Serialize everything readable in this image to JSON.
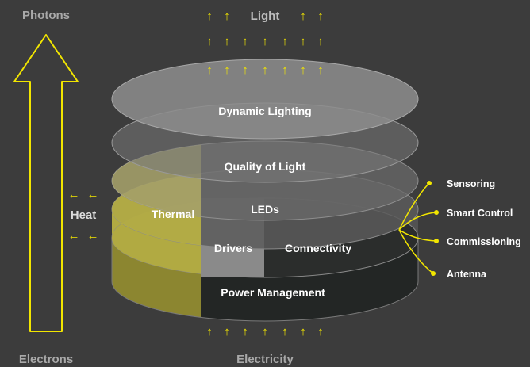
{
  "colors": {
    "background": "#3c3c3c",
    "accent": "#f2e600",
    "thermal_fill": "#aaa23a",
    "layer_light": "#8c8c8c",
    "layer_dark": "#232625"
  },
  "labels": {
    "photons": "Photons",
    "electrons": "Electrons",
    "heat": "Heat",
    "light": "Light",
    "electricity": "Electricity"
  },
  "layers": {
    "dynamic_lighting": "Dynamic Lighting",
    "quality_of_light": "Quality of Light",
    "thermal": "Thermal",
    "leds": "LEDs",
    "drivers": "Drivers",
    "connectivity": "Connectivity",
    "power_management": "Power Management"
  },
  "connectivity_items": [
    "Sensoring",
    "Smart Control",
    "Commissioning",
    "Antenna"
  ],
  "glyphs": {
    "up_arrow": "↑",
    "left_arrow": "←"
  }
}
